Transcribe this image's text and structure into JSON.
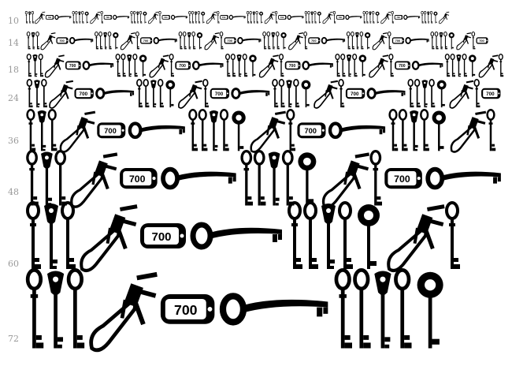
{
  "specimen": {
    "rows": [
      {
        "size_label": "10",
        "tag_text": "700"
      },
      {
        "size_label": "14",
        "tag_text": "700"
      },
      {
        "size_label": "18",
        "tag_text": "700"
      },
      {
        "size_label": "24",
        "tag_text": "700"
      },
      {
        "size_label": "36",
        "tag_text": "700"
      },
      {
        "size_label": "48",
        "tag_text": "700"
      },
      {
        "size_label": "60",
        "tag_text": "700"
      },
      {
        "size_label": "72",
        "tag_text": "700"
      }
    ]
  },
  "colors": {
    "ink": "#000000",
    "label": "#999999",
    "background": "#ffffff"
  },
  "icons": [
    "skeleton-key-icon",
    "key-ring-icon",
    "key-tag-icon",
    "ornate-key-icon",
    "carabiner-icon"
  ]
}
